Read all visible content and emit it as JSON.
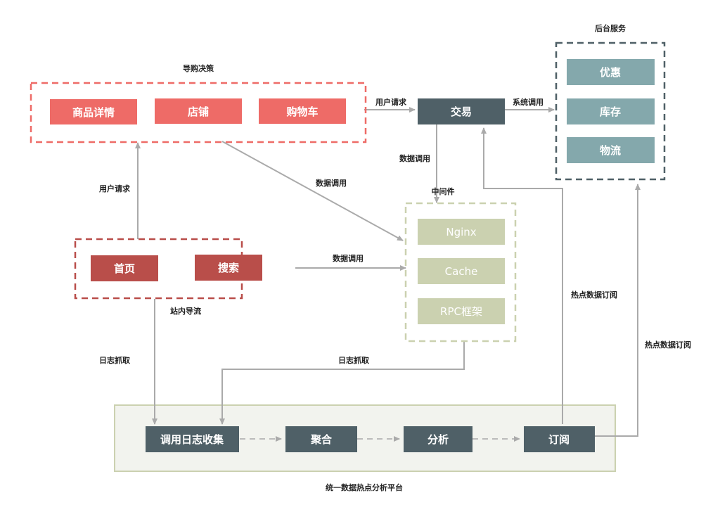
{
  "groups": {
    "guide": {
      "title": "导购决策",
      "color": "#ee6b67",
      "items": [
        "商品详情",
        "店铺",
        "购物车"
      ]
    },
    "home": {
      "color": "#b94e4a",
      "items": [
        "首页",
        "搜索"
      ]
    },
    "trade": {
      "label": "交易",
      "color": "#4f6067"
    },
    "backend": {
      "title": "后台服务",
      "color": "#84a8ac",
      "border": "#4f6067",
      "items": [
        "优惠",
        "库存",
        "物流"
      ]
    },
    "middleware": {
      "title": "中间件",
      "color": "#cbd1b0",
      "items": [
        "Nginx",
        "Cache",
        "RPC框架"
      ]
    },
    "platform": {
      "title": "统一数据热点分析平台",
      "bg": "#f2f3ee",
      "border": "#cbd1b0",
      "items": [
        "调用日志收集",
        "聚合",
        "分析",
        "订阅"
      ]
    }
  },
  "edges": {
    "user_request_top": "用户请求",
    "user_request_left": "用户请求",
    "system_call": "系统调用",
    "data_call_trade": "数据调用",
    "data_call_diag": "数据调用",
    "data_call_home": "数据调用",
    "site_flow": "站内导流",
    "log_grab_left": "日志抓取",
    "log_grab_mid": "日志抓取",
    "hot_sub_1": "热点数据订阅",
    "hot_sub_2": "热点数据订阅"
  }
}
